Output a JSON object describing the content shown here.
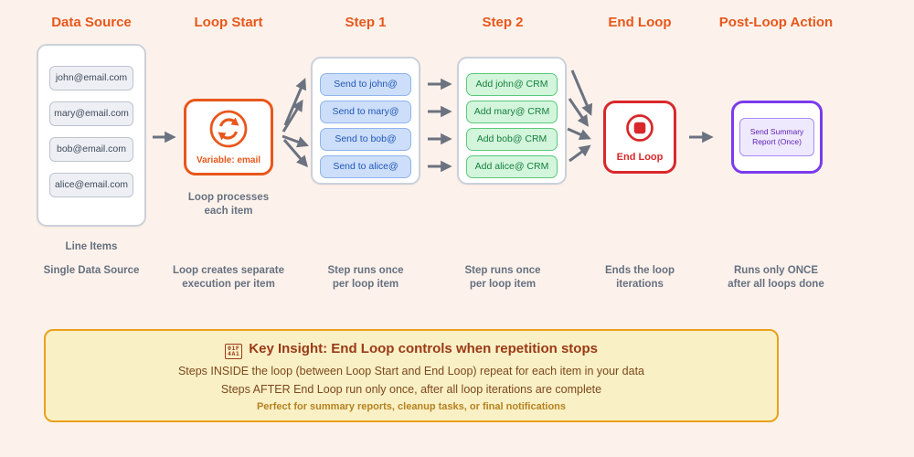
{
  "headers": [
    {
      "label": "Data Source"
    },
    {
      "label": "Loop Start"
    },
    {
      "label": "Step 1"
    },
    {
      "label": "Step 2"
    },
    {
      "label": "End Loop"
    },
    {
      "label": "Post-Loop Action"
    }
  ],
  "data_source": {
    "items": [
      "john@email.com",
      "mary@email.com",
      "bob@email.com",
      "alice@email.com"
    ],
    "label": "Line Items",
    "caption_line1": "Single Data Source"
  },
  "loop_start": {
    "variable_label": "Variable: email",
    "note_line1": "Loop processes",
    "note_line2": "each item",
    "caption_line1": "Loop creates separate",
    "caption_line2": "execution per item"
  },
  "step1": {
    "items": [
      "Send to john@",
      "Send to mary@",
      "Send to bob@",
      "Send to alice@"
    ],
    "caption_line1": "Step runs once",
    "caption_line2": "per loop item"
  },
  "step2": {
    "items": [
      "Add john@ CRM",
      "Add mary@ CRM",
      "Add bob@ CRM",
      "Add alice@ CRM"
    ],
    "caption_line1": "Step runs once",
    "caption_line2": "per loop item"
  },
  "end_loop": {
    "label": "End Loop",
    "caption_line1": "Ends the loop",
    "caption_line2": "iterations"
  },
  "post_loop": {
    "action_line1": "Send Summary",
    "action_line2": "Report (Once)",
    "caption_line1": "Runs only ONCE",
    "caption_line2": "after all loops done"
  },
  "insight": {
    "emoji_hex_top": "01F",
    "emoji_hex_bottom": "4A1",
    "title": "Key Insight: End Loop controls when repetition stops",
    "line1": "Steps INSIDE the loop (between Loop Start and End Loop) repeat for each item in your data",
    "line2": "Steps AFTER End Loop run only once, after all loop iterations are complete",
    "line3": "Perfect for summary reports, cleanup tasks, or final notifications"
  },
  "colors": {
    "accent_orange": "#E8571B",
    "accent_red": "#D8282B",
    "accent_purple": "#7C3AED",
    "item_blue_text": "#2157B8",
    "item_green_text": "#15803D",
    "arrow_gray": "#6B7280",
    "caption_gray": "#657080",
    "insight_bg": "#FAF0C6",
    "insight_border": "#E9A11B",
    "insight_title": "#9A3A16"
  }
}
